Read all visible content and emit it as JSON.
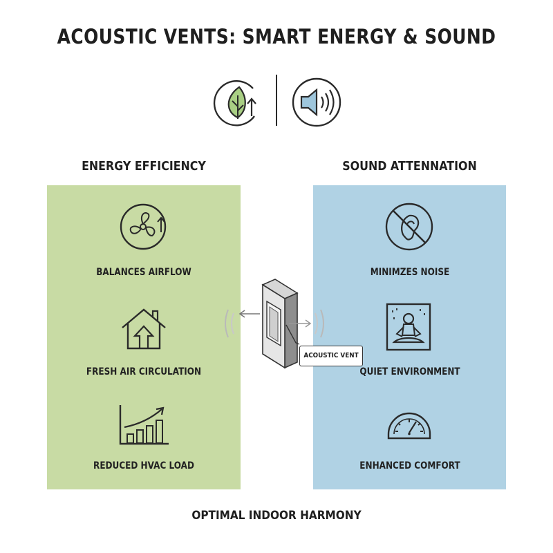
{
  "title": "ACOUSTIC VENTS: SMART ENERGY & SOUND",
  "header_icons": [
    "leaf-arrow-icon",
    "speaker-icon"
  ],
  "colors": {
    "green_panel": "#c8dba4",
    "blue_panel": "#b0d2e4",
    "leaf_fill": "#a9cf84",
    "speaker_fill": "#9ec6dc",
    "ink": "#2a2a2a"
  },
  "energy": {
    "heading": "ENERGY EFFICIENCY",
    "features": [
      {
        "icon": "fan-icon",
        "label": "BALANCES AIRFLOW"
      },
      {
        "icon": "house-icon",
        "label": "FRESH AIR CIRCULATION"
      },
      {
        "icon": "growth-chart-icon",
        "label": "REDUCED HVAC LOAD"
      }
    ]
  },
  "sound": {
    "heading": "SOUND ATTENNATION",
    "features": [
      {
        "icon": "no-ear-icon",
        "label": "MINIMZES NOISE"
      },
      {
        "icon": "meditation-icon",
        "label": "QUIET ENVIRONMENT"
      },
      {
        "icon": "gauge-icon",
        "label": "ENHANCED COMFORT"
      }
    ]
  },
  "vent_label": "ACOUSTIC VENT",
  "footer": "OPTIMAL INDOOR HARMONY"
}
